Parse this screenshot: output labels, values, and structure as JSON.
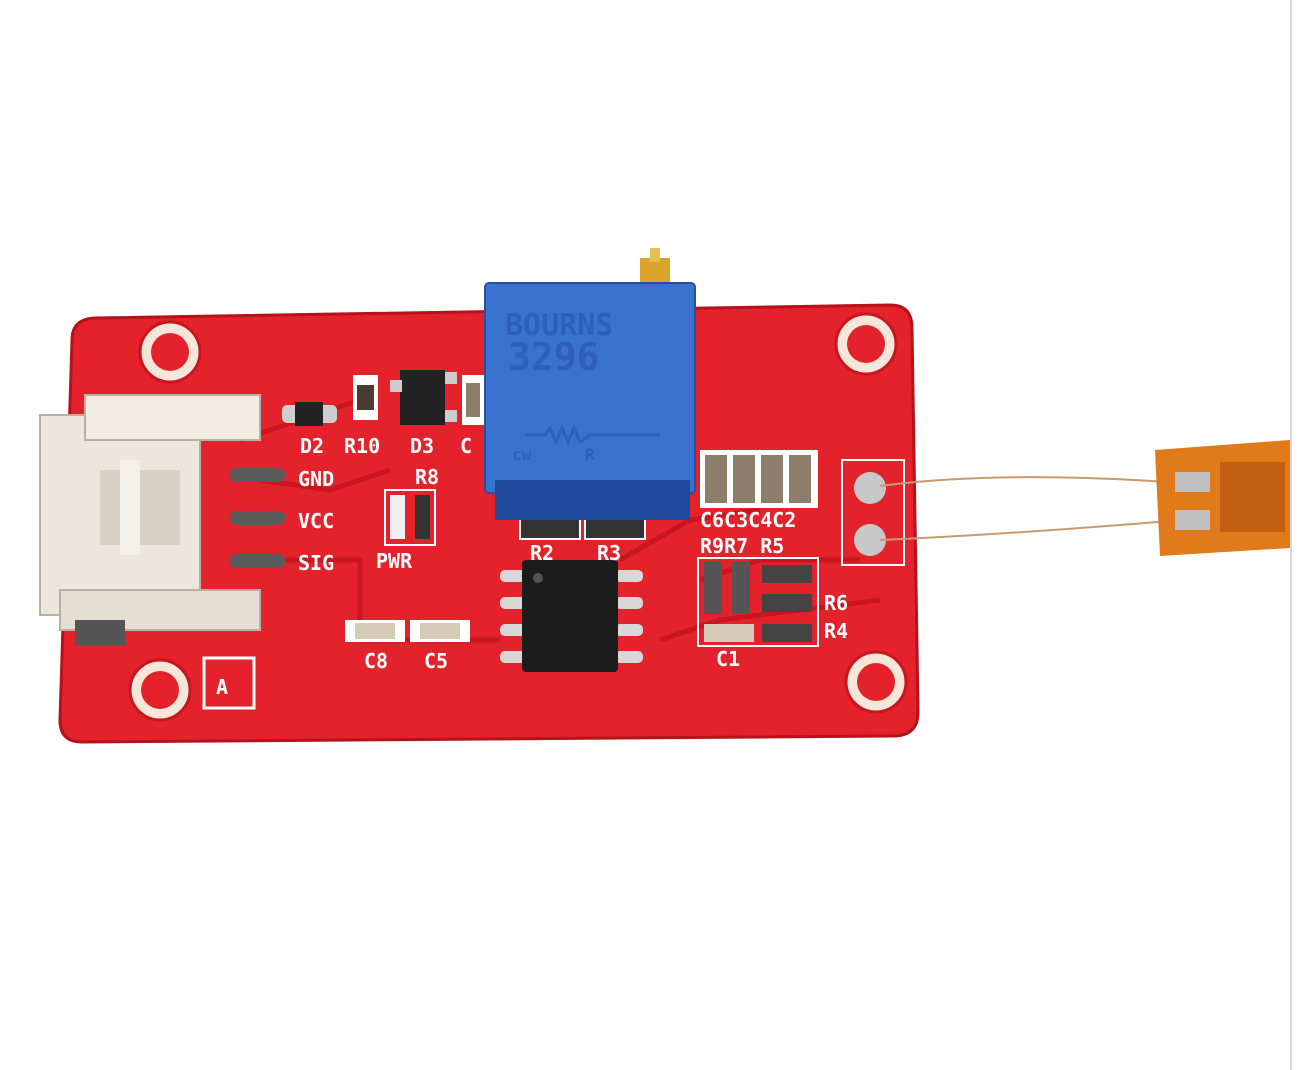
{
  "scene": {
    "subject": "strain-gauge-amplifier-module",
    "colors": {
      "pcb": "#e3222c",
      "pcb_shade": "#c8151f",
      "potentiometer": "#3a72d0",
      "connector": "#ece6dc",
      "ic": "#1c1c1c",
      "gauge": "#e07a1a"
    }
  },
  "potentiometer": {
    "brand": "BOURNS",
    "model": "3296",
    "pin_label_left": "cw",
    "pin_label_mid": "R"
  },
  "silkscreen": {
    "pins": [
      "GND",
      "VCC",
      "SIG"
    ],
    "d2": "D2",
    "r10": "R10",
    "d3": "D3",
    "c_top": "C",
    "r8": "R8",
    "pwr": "PWR",
    "r2": "R2",
    "r3": "R3",
    "caps_row": "C6C3C4C2",
    "res_row": "R9R7 R5",
    "r6": "R6",
    "r4": "R4",
    "c1": "C1",
    "c8": "C8",
    "c5": "C5",
    "logo": "A"
  }
}
